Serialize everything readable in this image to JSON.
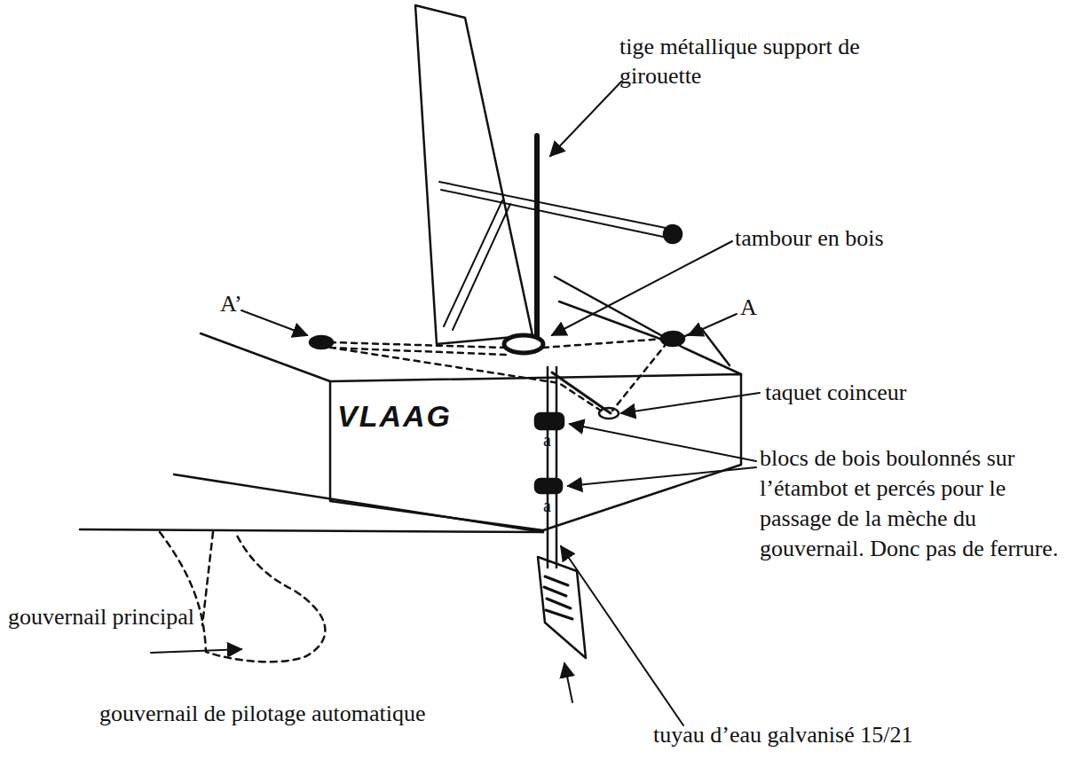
{
  "diagram": {
    "nodes": [
      {
        "text": [
          "VLAAG"
        ]
      }
    ],
    "labels": [
      "tige métallique support de girouette",
      "tambour en bois",
      "A’",
      "A",
      "taquet coinceur",
      "a",
      "a",
      "blocs de bois boulonnés sur l’étambot et percés pour le passage de la mèche du gouvernail. Donc pas de ferrure.",
      "gouvernail principal",
      "gouvernail de pilotage automatique",
      "tuyau d’eau galvanisé 15/21"
    ]
  }
}
